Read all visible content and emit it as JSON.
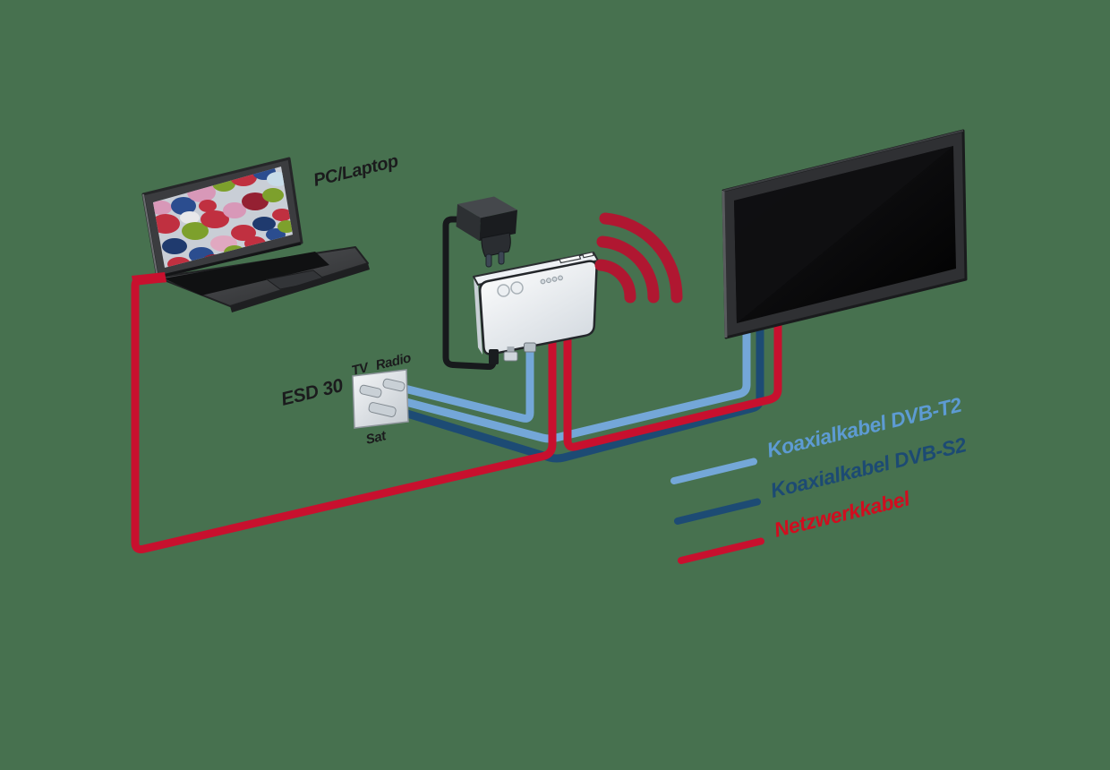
{
  "background_color": "#47714F",
  "laptop": {
    "label": "PC/Laptop"
  },
  "outlet": {
    "name": "ESD 30",
    "ports": {
      "tv": "TV",
      "radio": "Radio",
      "sat": "Sat"
    }
  },
  "legend": {
    "items": [
      {
        "label": "Koaxialkabel DVB-T2",
        "text_color": "#5D9BD3",
        "line_color": "#74A7D8"
      },
      {
        "label": "Koaxialkabel DVB-S2",
        "text_color": "#1C4A73",
        "line_color": "#1D4B74"
      },
      {
        "label": "Netzwerkkabel",
        "text_color": "#D10D1F",
        "line_color": "#C8102E"
      }
    ]
  },
  "colors": {
    "coax_dvbt2_cable": "#74A7D8",
    "coax_dvbs2_cable": "#1D4B74",
    "network_cable": "#C8102E",
    "power_cable": "#17191C",
    "wifi_signal": "#B01731",
    "label_text": "#1B1B1D"
  }
}
